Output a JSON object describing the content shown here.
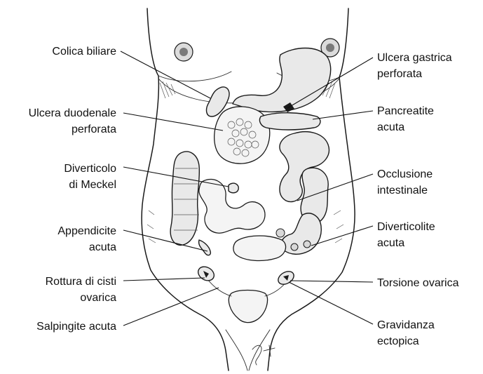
{
  "labels": {
    "colica_biliare": "Colica biliare",
    "ulcera_duodenale_1": "Ulcera duodenale",
    "ulcera_duodenale_2": "perforata",
    "diverticolo_1": "Diverticolo",
    "diverticolo_2": "di Meckel",
    "appendicite_1": "Appendicite",
    "appendicite_2": "acuta",
    "rottura_1": "Rottura di cisti",
    "rottura_2": "ovarica",
    "salpingite": "Salpingite acuta",
    "ulcera_gastrica_1": "Ulcera gastrica",
    "ulcera_gastrica_2": "perforata",
    "pancreatite_1": "Pancreatite",
    "pancreatite_2": "acuta",
    "occlusione_1": "Occlusione",
    "occlusione_2": "intestinale",
    "diverticolite_1": "Diverticolite",
    "diverticolite_2": "acuta",
    "torsione": "Torsione ovarica",
    "gravidanza_1": "Gravidanza",
    "gravidanza_2": "ectopica"
  }
}
